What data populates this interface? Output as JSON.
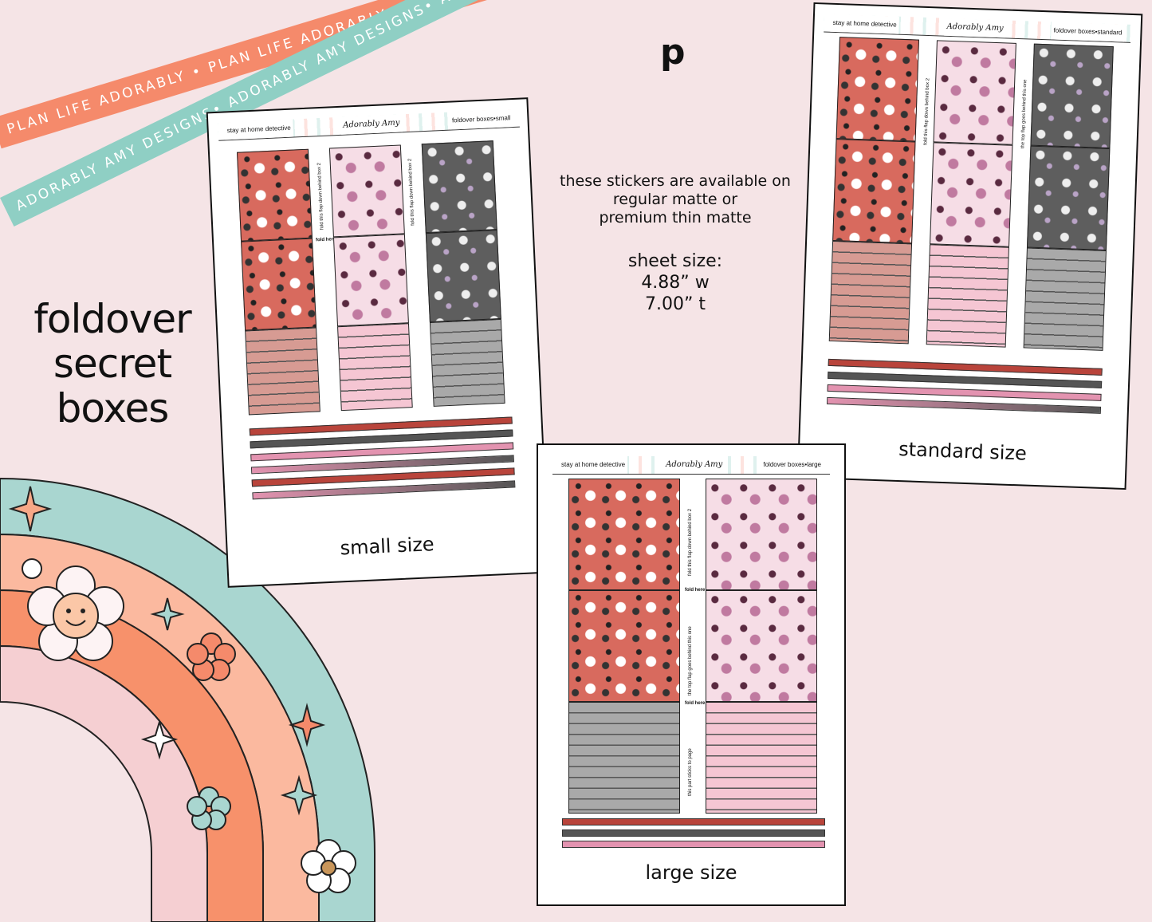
{
  "ribbons": {
    "top": "PLAN LIFE ADORABLY • PLAN LIFE ADORABLY • PLAN LIFE ADORABLY •",
    "bottom": "ADORABLY AMY DESIGNS• ADORABLY AMY DESIGNS• ADORABLY AMY DESIGNS•"
  },
  "title": {
    "line1": "foldover",
    "line2": "secret",
    "line3": "boxes"
  },
  "logo": "p",
  "availability": {
    "line1": "these stickers are available on",
    "line2": "regular matte or",
    "line3": "premium thin matte"
  },
  "sheet_size": {
    "label": "sheet size:",
    "width": "4.88” w",
    "height": "7.00” t"
  },
  "sheets": {
    "small": {
      "left": "stay at home detective",
      "brand": "Adorably Amy",
      "right": "foldover boxes•small",
      "caption": "small size"
    },
    "standard": {
      "left": "stay at home detective",
      "brand": "Adorably Amy",
      "right": "foldover boxes•standard",
      "caption": "standard size"
    },
    "large": {
      "left": "stay at home detective",
      "brand": "Adorably Amy",
      "right": "foldover boxes•large",
      "caption": "large size"
    }
  },
  "instructions": {
    "flap": "fold this flap down behind box 2",
    "fold": "fold here",
    "top": "the top flap goes behind this one",
    "stick": "this part sticks to page"
  },
  "colors": {
    "coral": "#f58a6b",
    "mint": "#8fcfc4",
    "background": "#f5e4e6"
  }
}
